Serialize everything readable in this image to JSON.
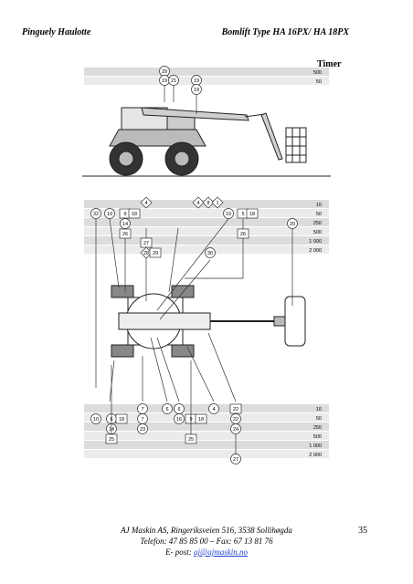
{
  "header": {
    "left": "Pinguely Haulotte",
    "right": "Bomlift Type HA 16PX/ HA 18PX"
  },
  "timer_label": "Timer",
  "intervals_top": [
    "500",
    "50"
  ],
  "intervals_mid": [
    "10",
    "50",
    "250",
    "500",
    "1 000",
    "2 000"
  ],
  "intervals_bottom": [
    "10",
    "50",
    "250",
    "500",
    "1 000",
    "2 000"
  ],
  "callouts": {
    "side_view": [
      "29",
      "19",
      "21",
      "19",
      "19"
    ],
    "mid_row1": [
      "32",
      "19",
      "9",
      "18",
      "4",
      "4",
      "8",
      "1",
      "19",
      "5",
      "18",
      "20"
    ],
    "mid_row2": [
      "14",
      "26"
    ],
    "mid_row3": [
      "26"
    ],
    "mid_row4": [
      "27",
      "28",
      "29",
      "30"
    ],
    "bottom_row1": [
      "7",
      "6",
      "6",
      "4",
      "22"
    ],
    "bottom_row2": [
      "10",
      "6",
      "18",
      "7",
      "16",
      "9",
      "18",
      "22"
    ],
    "bottom_row3": [
      "14",
      "23",
      "24"
    ],
    "bottom_row4": [
      "25",
      "25",
      "27"
    ]
  },
  "footer": {
    "line1": "AJ Maskin AS, Ringeriksveien 516, 3538 Sollihøgda",
    "line2": "Telefon: 47 85 85 00 – Fax: 67 13 81 76",
    "email_prefix": "E- post: ",
    "email": "aj@ajmaskin.no",
    "page": "35"
  }
}
